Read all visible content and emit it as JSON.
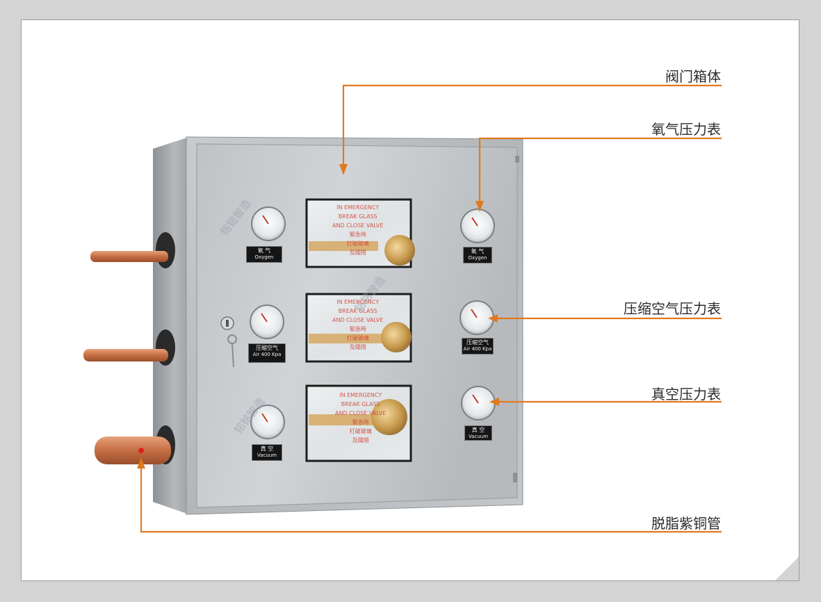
{
  "callouts": [
    {
      "id": "valve-box",
      "text": "阀门箱体"
    },
    {
      "id": "oxygen-gauge",
      "text": "氧气压力表"
    },
    {
      "id": "air-gauge",
      "text": "压缩空气压力表"
    },
    {
      "id": "vacuum-gauge",
      "text": "真空压力表"
    },
    {
      "id": "copper-pipe",
      "text": "脱脂紫铜管"
    }
  ],
  "windows": [
    {
      "en1": "IN EMERGENCY",
      "en2": "BREAK GLASS",
      "en3": "AND CLOSE VALVE",
      "cn1": "緊急時",
      "cn2": "打破玻璃",
      "cn3": "及關閉"
    },
    {
      "en1": "IN EMERGENCY",
      "en2": "BREAK GLASS",
      "en3": "AND CLOSE VALVE",
      "cn1": "緊急時",
      "cn2": "打破玻璃",
      "cn3": "及關閉"
    },
    {
      "en1": "IN EMERGENCY",
      "en2": "BREAK GLASS",
      "en3": "AND CLOSE VALVE",
      "cn1": "緊急時",
      "cn2": "打破玻璃",
      "cn3": "及關閉"
    }
  ],
  "plates": {
    "oxygen": {
      "cn": "氧 气",
      "en": "Oxygen"
    },
    "air": {
      "cn": "压缩空气",
      "en": "Air 400 Kpa"
    },
    "vacuum": {
      "cn": "真 空",
      "en": "Vacuum"
    }
  },
  "watermark": {
    "brand": "铭铭智造"
  },
  "colors": {
    "accent": "#e07a1e",
    "panel": "#b9bcbf",
    "copper": "#c8764a"
  }
}
